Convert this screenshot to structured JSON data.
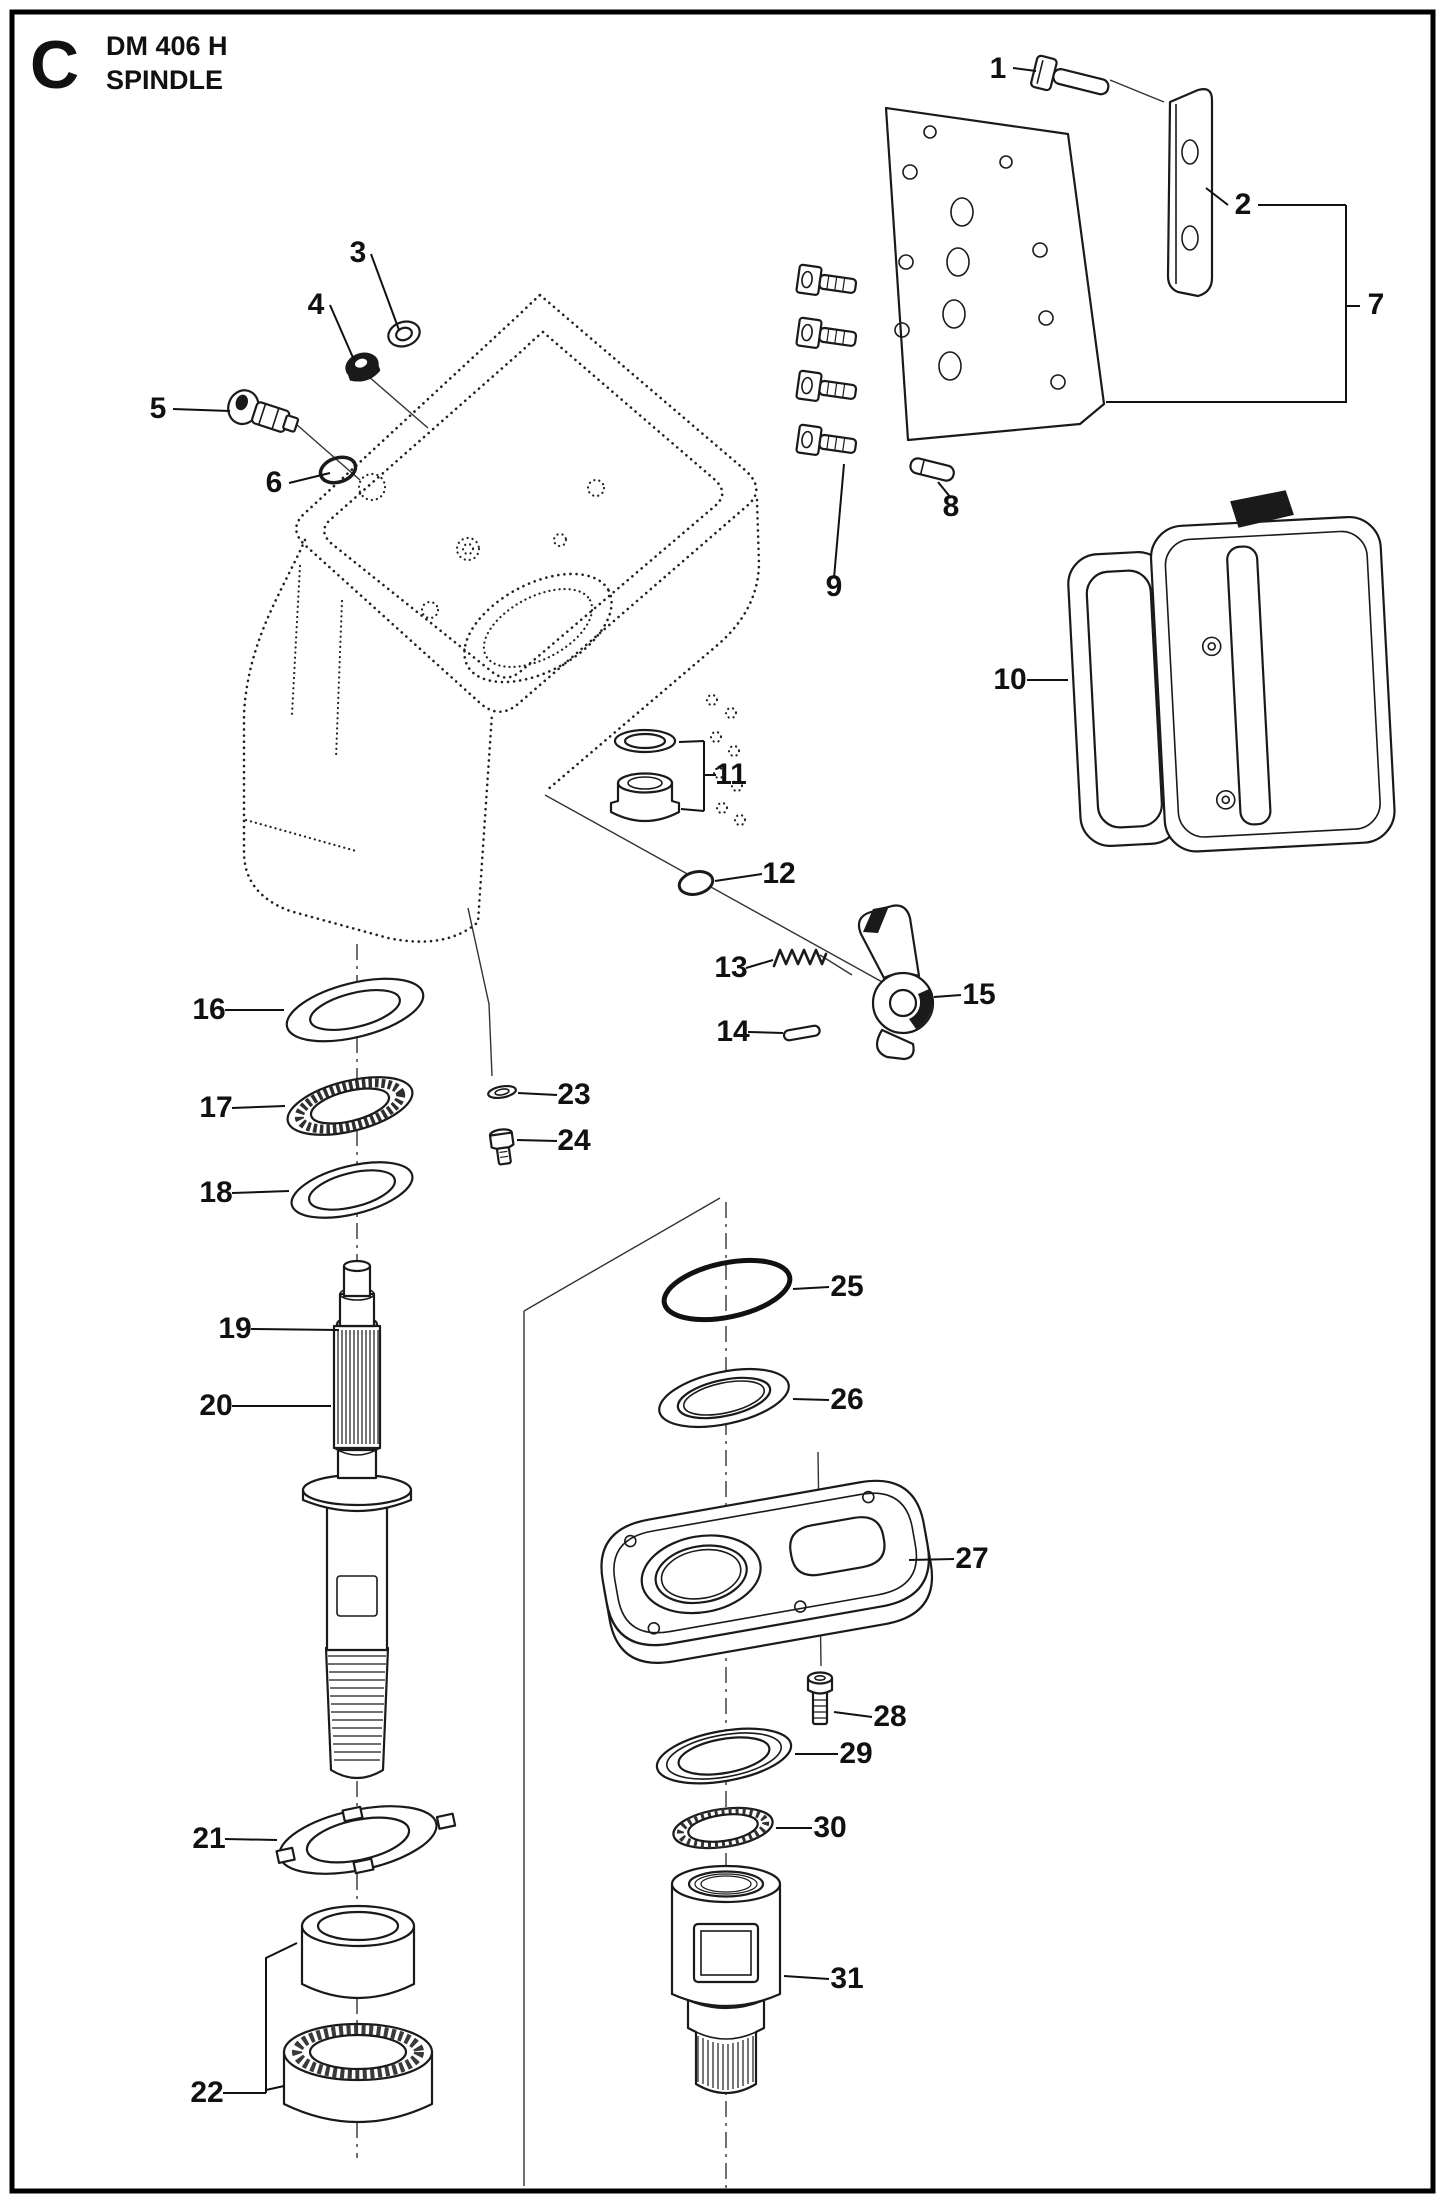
{
  "page": {
    "section_letter": "C",
    "model": "DM 406 H",
    "title": "SPINDLE"
  },
  "parts": [
    {
      "number": "1"
    },
    {
      "number": "2"
    },
    {
      "number": "3"
    },
    {
      "number": "4"
    },
    {
      "number": "5"
    },
    {
      "number": "6"
    },
    {
      "number": "7"
    },
    {
      "number": "8"
    },
    {
      "number": "9"
    },
    {
      "number": "10"
    },
    {
      "number": "11"
    },
    {
      "number": "12"
    },
    {
      "number": "13"
    },
    {
      "number": "14"
    },
    {
      "number": "15"
    },
    {
      "number": "16"
    },
    {
      "number": "17"
    },
    {
      "number": "18"
    },
    {
      "number": "19"
    },
    {
      "number": "20"
    },
    {
      "number": "21"
    },
    {
      "number": "22"
    },
    {
      "number": "23"
    },
    {
      "number": "24"
    },
    {
      "number": "25"
    },
    {
      "number": "26"
    },
    {
      "number": "27"
    },
    {
      "number": "28"
    },
    {
      "number": "29"
    },
    {
      "number": "30"
    },
    {
      "number": "31"
    }
  ]
}
